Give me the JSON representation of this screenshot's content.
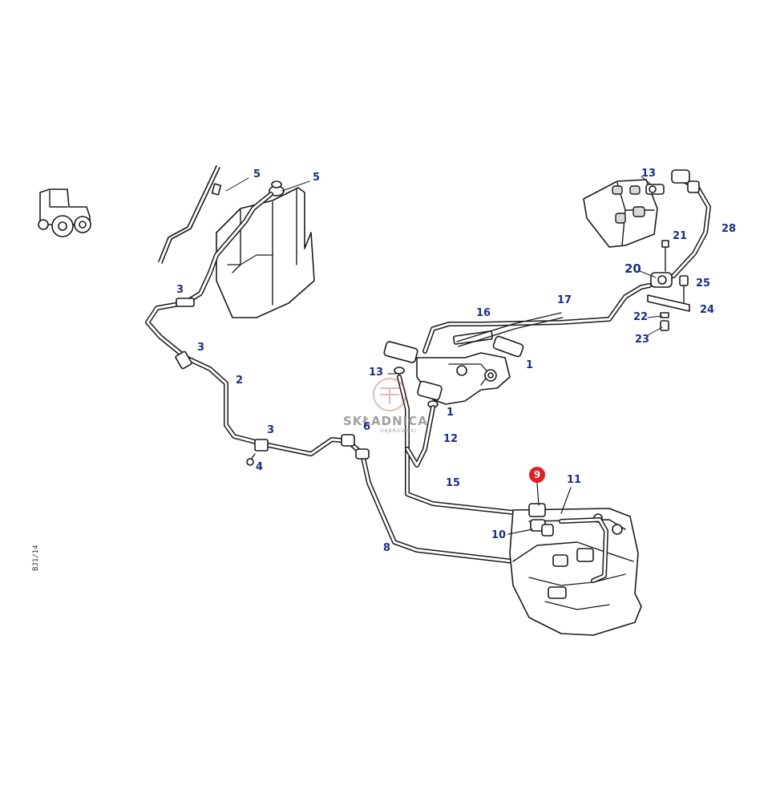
{
  "diagram": {
    "callouts": [
      {
        "id": "c5a",
        "label": "5"
      },
      {
        "id": "c5b",
        "label": "5"
      },
      {
        "id": "c13a",
        "label": "13"
      },
      {
        "id": "c28",
        "label": "28"
      },
      {
        "id": "c21",
        "label": "21"
      },
      {
        "id": "c20",
        "label": "20"
      },
      {
        "id": "c25",
        "label": "25"
      },
      {
        "id": "c24",
        "label": "24"
      },
      {
        "id": "c22",
        "label": "22"
      },
      {
        "id": "c23",
        "label": "23"
      },
      {
        "id": "c17",
        "label": "17"
      },
      {
        "id": "c16",
        "label": "16"
      },
      {
        "id": "c3a",
        "label": "3"
      },
      {
        "id": "c3b",
        "label": "3"
      },
      {
        "id": "c2",
        "label": "2"
      },
      {
        "id": "c13b",
        "label": "13"
      },
      {
        "id": "c1a",
        "label": "1"
      },
      {
        "id": "c1b",
        "label": "1"
      },
      {
        "id": "c12",
        "label": "12"
      },
      {
        "id": "c6",
        "label": "6"
      },
      {
        "id": "c3c",
        "label": "3"
      },
      {
        "id": "c4",
        "label": "4"
      },
      {
        "id": "c15",
        "label": "15"
      },
      {
        "id": "c9",
        "label": "9"
      },
      {
        "id": "c11",
        "label": "11"
      },
      {
        "id": "c10",
        "label": "10"
      },
      {
        "id": "c8",
        "label": "8"
      }
    ],
    "side_code": "BJ1/14",
    "highlight_color": "#e31e1e",
    "callout_color": "#1a2e8c"
  },
  "watermark": {
    "title": "SKŁADNICA",
    "subtitle": "DĄBROWSKI"
  }
}
